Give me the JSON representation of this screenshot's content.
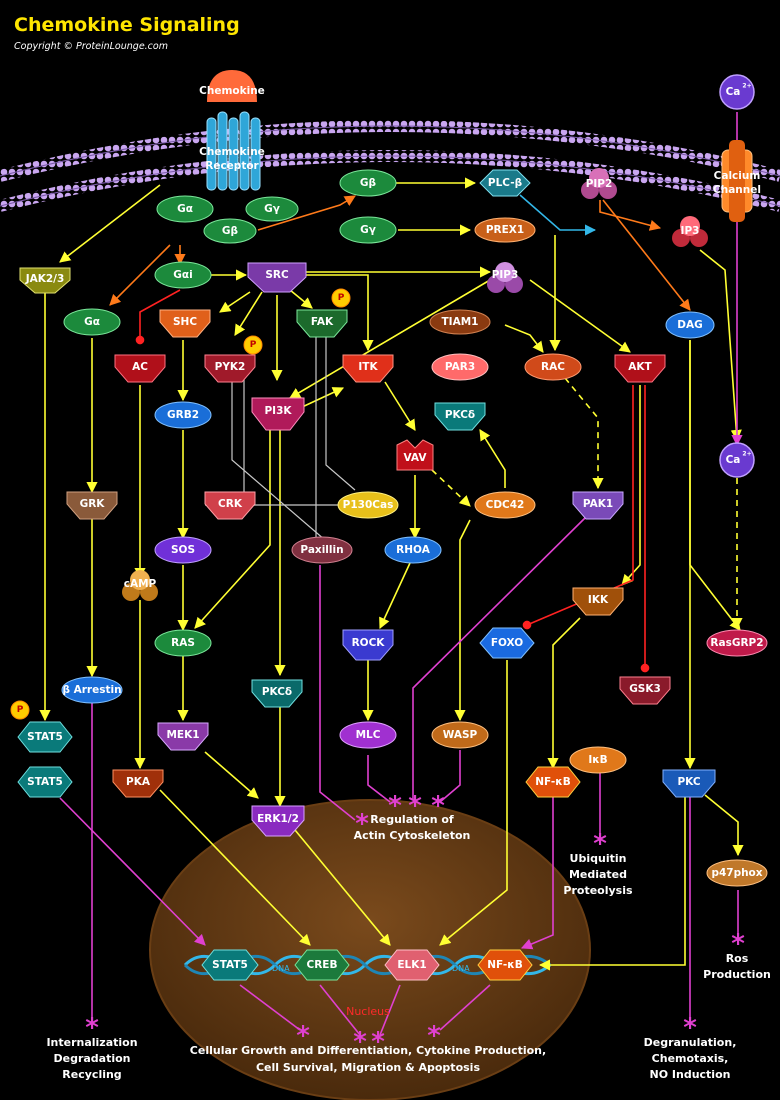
{
  "title": "Chemokine Signaling",
  "copyright": "Copyright © ProteinLounge.com",
  "nodes": {
    "chemokine": "Chemokine",
    "receptor_l1": "Chemokine",
    "receptor_l2": "Receptor",
    "ga_top": "Gα",
    "gg_top": "Gγ",
    "gb_top": "Gβ",
    "gb_mid": "Gβ",
    "gg_mid": "Gγ",
    "plcb": "PLC-β",
    "pip2": "PIP2",
    "ca_top": "Ca",
    "ca_mid": "Ca",
    "ca_sup": "2+",
    "calcium_l1": "Calcium",
    "calcium_l2": "Channel",
    "prex1": "PREX1",
    "ip3": "IP3",
    "jak": "JAK2/3",
    "gai": "Gαi",
    "src": "SRC",
    "pip3": "PIP3",
    "ga_left": "Gα",
    "shc": "SHC",
    "fak": "FAK",
    "tiam1": "TIAM1",
    "dag": "DAG",
    "ac": "AC",
    "pyk2": "PYK2",
    "itk": "ITK",
    "par3": "PAR3",
    "rac": "RAC",
    "akt": "AKT",
    "grb2": "GRB2",
    "pi3k": "PI3K",
    "pkcd_top": "PKCδ",
    "vav": "VAV",
    "grk": "GRK",
    "crk": "CRK",
    "p130": "P130Cas",
    "cdc42": "CDC42",
    "pak1": "PAK1",
    "sos": "SOS",
    "paxillin": "Paxillin",
    "rhoa": "RHOA",
    "camp": "cAMP",
    "ikk": "IKK",
    "ras": "RAS",
    "rock": "ROCK",
    "foxo": "FOXO",
    "rasgrp2": "RasGRP2",
    "barrestin": "β Arrestin",
    "pkcd_mid": "PKCδ",
    "gsk3": "GSK3",
    "stat5_top": "STAT5",
    "mek1": "MEK1",
    "mlc": "MLC",
    "wasp": "WASP",
    "ikb": "IκB",
    "stat5_mid": "STAT5",
    "pka": "PKA",
    "nfkb_cyto": "NF-κB",
    "pkc": "PKC",
    "erk": "ERK1/2",
    "p47phox": "p47phox",
    "stat5_nuc": "STAT5",
    "creb": "CREB",
    "elk1": "ELK1",
    "nfkb_nuc": "NF-κB",
    "p": "P"
  },
  "labels": {
    "regulation_l1": "Regulation of",
    "regulation_l2": "Actin Cytoskeleton",
    "ubiquitin_l1": "Ubiquitin",
    "ubiquitin_l2": "Mediated",
    "ubiquitin_l3": "Proteolysis",
    "ros_l1": "Ros",
    "ros_l2": "Production",
    "nucleus": "Nucleus",
    "dna1": "DNA",
    "dna2": "DNA",
    "internal_l1": "Internalization",
    "internal_l2": "Degradation",
    "internal_l3": "Recycling",
    "cellular_l1": "Cellular Growth and Differentiation, Cytokine Production,",
    "cellular_l2": "Cell Survival, Migration & Apoptosis",
    "degran_l1": "Degranulation,",
    "degran_l2": "Chemotaxis,",
    "degran_l3": "NO Induction"
  },
  "colors": {
    "background": "#000000",
    "title": "#ffe600",
    "activation_arrow": "#ffff33",
    "inhibition": "#ff2222",
    "translocation": "#e040d0",
    "gprotein_arrow": "#ff7a1a",
    "membrane": "#c9a6f0",
    "nucleus": "#5a3410"
  }
}
